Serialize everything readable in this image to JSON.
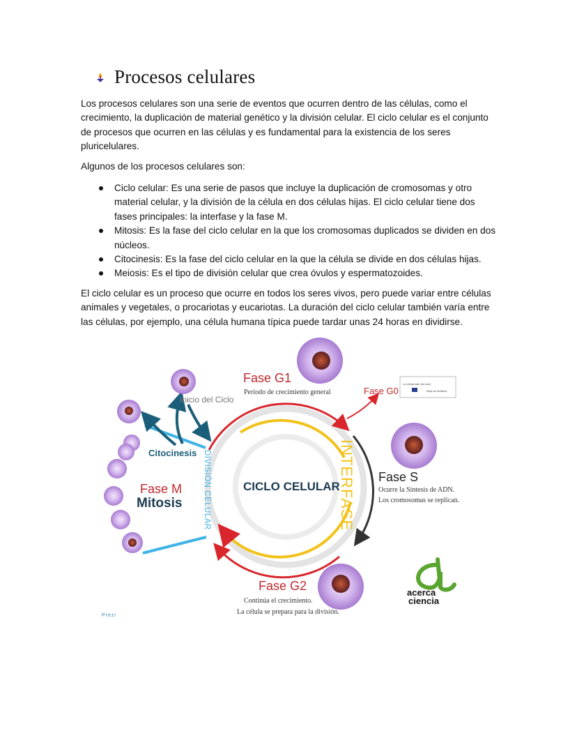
{
  "heading": "Procesos celulares",
  "intro": "Los procesos celulares son una serie de eventos que ocurren dentro de las células, como el crecimiento, la duplicación de material genético y la división celular. El ciclo celular es el conjunto de procesos que ocurren en las células y es fundamental para la existencia de los seres pluricelulares.",
  "list_intro": "Algunos de los procesos celulares son:",
  "items": [
    {
      "term": "Ciclo celular:",
      "text": " Es una serie de pasos que incluye la duplicación de cromosomas y otro material celular, y la división de la célula en dos células hijas. El ciclo celular tiene dos fases principales: la interfase y la fase M."
    },
    {
      "term": "Mitosis:",
      "text": " Es la fase del ciclo celular en la que los cromosomas duplicados se dividen en dos núcleos."
    },
    {
      "term": "Citocinesis:",
      "text": " Es la fase del ciclo celular en la que la célula se divide en dos células hijas."
    },
    {
      "term": "Meiosis:",
      "text": " Es el tipo de división celular que crea óvulos y espermatozoides."
    }
  ],
  "closing": "El ciclo celular es un proceso que ocurre en todos los seres vivos, pero puede variar entre células animales y vegetales, o procariotas y eucariotas. La duración del ciclo celular también varía entre las células, por ejemplo, una célula humana típica puede tardar unas 24 horas en dividirse.",
  "diagram": {
    "center": "CICLO CELULAR",
    "interfase": "INTERFASE",
    "division": "DIVISIÓN CELULAR",
    "g1_title": "Fase G1",
    "g1_desc": "Período de crecimiento general",
    "g0_title": "Fase G0",
    "g0_note1": "La célula sale del ciclo",
    "g0_note2": "Deja de dividirse",
    "s_title": "Fase S",
    "s_desc1": "Ocurre la Síntesis de ADN.",
    "s_desc2": "Los cromosomas se replican.",
    "g2_title": "Fase G2",
    "g2_desc1": "Continúa el crecimiento.",
    "g2_desc2": "La célula se prepara para la división.",
    "m_title": "Fase M",
    "m_sub": "Mitosis",
    "cytokinesis": "Citocinesis",
    "start": "Inicio del Ciclo",
    "brand1": "acerca",
    "brand2": "ciencia",
    "credit": "Prezi",
    "colors": {
      "red": "#d8262c",
      "yellow": "#f2c21a",
      "blue": "#1b5e7a",
      "lightblue": "#3fb3e6",
      "cell": "#b88fd9",
      "green": "#5aa52f"
    }
  }
}
